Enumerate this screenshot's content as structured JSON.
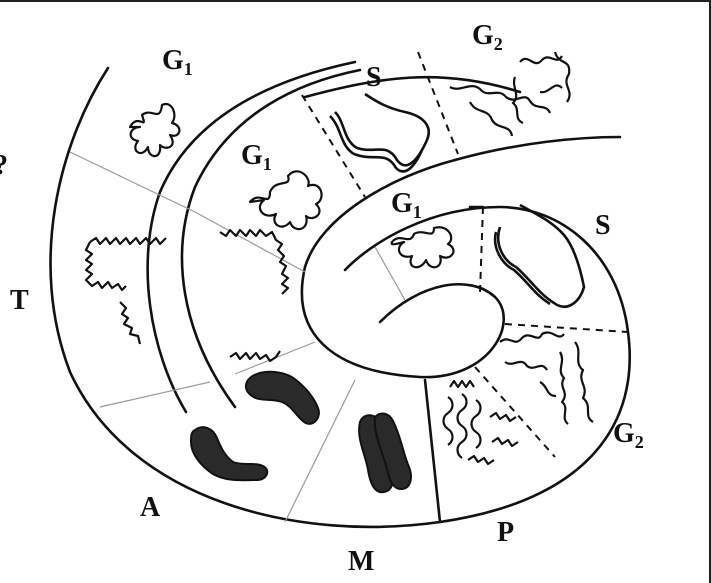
{
  "labels": {
    "g1_top": {
      "base": "G",
      "sub": "1"
    },
    "s_top": "S",
    "g2_top": {
      "base": "G",
      "sub": "2"
    },
    "g1_mid": {
      "base": "G",
      "sub": "1"
    },
    "g1_inner": {
      "base": "G",
      "sub": "1"
    },
    "s_right": "S",
    "t_left": "T",
    "g2_right": {
      "base": "G",
      "sub": "2"
    },
    "a_bottom": "A",
    "m_bottom": "M",
    "p_bottom": "P",
    "partial_left": "?"
  },
  "colors": {
    "ink": "#111111",
    "divider": "#9a9a9a",
    "frame": "#222222",
    "chromatid_fill": "#2a2a2a"
  }
}
